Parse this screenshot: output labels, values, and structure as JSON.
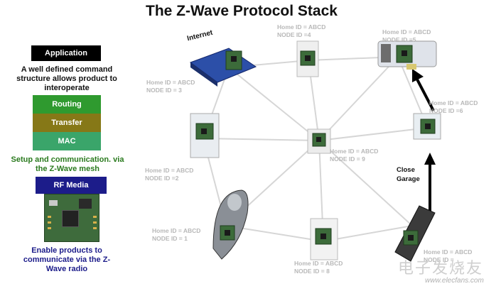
{
  "title": "The Z-Wave Protocol Stack",
  "stack": {
    "application": "Application",
    "application_desc": "A well defined command structure allows product to interoperate",
    "routing": "Routing",
    "transfer": "Transfer",
    "mac": "MAC",
    "mac_desc": "Setup and communication. via the Z-Wave mesh",
    "rf_media": "RF Media",
    "rf_desc": "Enable products to communicate via the Z-Wave radio"
  },
  "colors": {
    "application": "#000000",
    "routing": "#2f9a2f",
    "transfer": "#867817",
    "mac": "#3aa56a",
    "rf_media": "#1c1c8a"
  },
  "network": {
    "internet_label": "Internet",
    "close_garage": "Close Garage",
    "nodes": [
      {
        "home": "Home ID = ABCD",
        "node": "NODE ID = 1"
      },
      {
        "home": "Home ID = ABCD",
        "node": "NODE ID =2"
      },
      {
        "home": "Home ID = ABCD",
        "node": "NODE ID = 3"
      },
      {
        "home": "Home ID = ABCD",
        "node": "NODE ID =4"
      },
      {
        "home": "Home ID = ABCD",
        "node": "NODE ID =5"
      },
      {
        "home": "Home ID = ABCD",
        "node": "NODE ID =6"
      },
      {
        "home": "Home ID = ABCD",
        "node": "NODE ID = 8"
      },
      {
        "home": "Home ID = ABCD",
        "node": "NODE ID = 9"
      },
      {
        "home": "Home ID = ABCD",
        "node": "NODE ID ="
      }
    ]
  },
  "watermark": "www.elecfans.com",
  "watermark_logo": "电子发烧友"
}
